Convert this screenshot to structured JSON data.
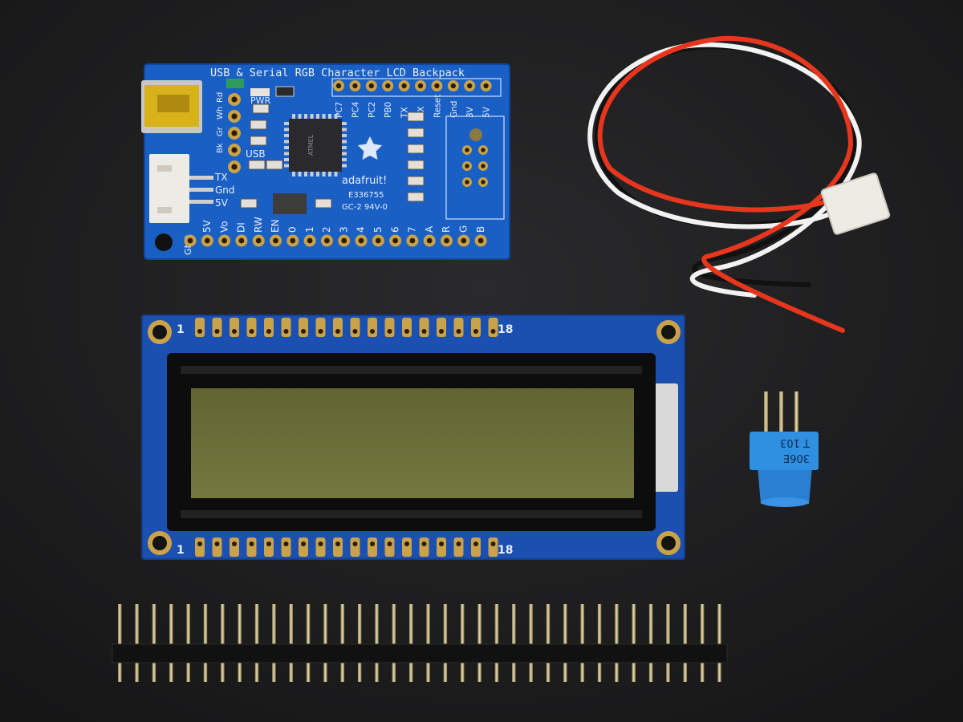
{
  "colors": {
    "background": "#1c1c1e",
    "pcb_blue": "#1a5fc4",
    "lcd_pcb_blue": "#1b4fb0",
    "lcd_screen": "#6e7138",
    "gold": "#c9a24a",
    "wire_red": "#e8361e",
    "wire_white": "#f2f2f2",
    "wire_black": "#111111",
    "pot_blue": "#2f8fe0"
  },
  "backpack": {
    "title": "USB & Serial RGB Character LCD Backpack",
    "top_pins": [
      "PC7",
      "PC4",
      "PC2",
      "PB0",
      "TX",
      "RX",
      "Reset",
      "Gnd",
      "3V",
      "5V"
    ],
    "left_pins": [
      "Rd",
      "Wh",
      "Gr",
      "Bk"
    ],
    "led_label": "PWR",
    "usb_label": "USB",
    "serial_pins": [
      "TX",
      "Gnd",
      "5V"
    ],
    "bottom_label_gnd": "GND",
    "bottom_pins": [
      "5V",
      "Vo",
      "DI",
      "RW",
      "EN",
      "0",
      "1",
      "2",
      "3",
      "4",
      "5",
      "6",
      "7",
      "A",
      "R",
      "G",
      "B"
    ],
    "brand": "adafruit!",
    "cert": "E336755",
    "rating": "GC-2  94V-0",
    "chip_text": "ATMEL"
  },
  "lcd": {
    "pin_first": "1",
    "pin_last": "18"
  },
  "potentiometer": {
    "marking_1": "306E",
    "marking_2": "T 103"
  }
}
